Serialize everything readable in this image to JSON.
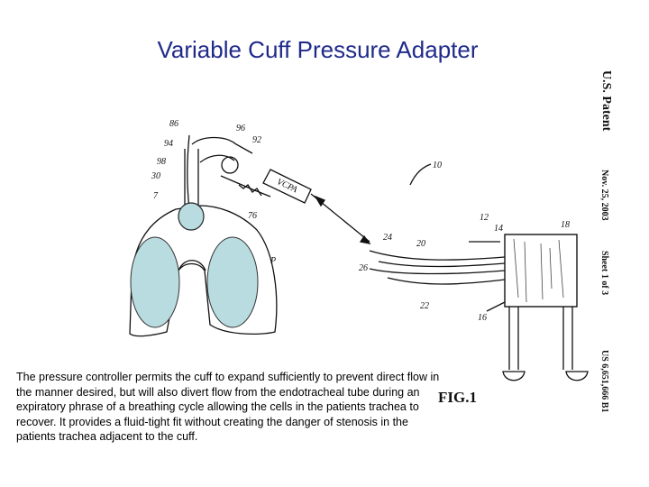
{
  "title": "Variable Cuff Pressure Adapter",
  "caption": "The pressure controller permits the cuff to expand sufficiently to prevent direct flow in the manner desired, but will also divert flow from the endotracheal tube during an expiratory phrase of a breathing cycle allowing the cells in the patients trachea to recover. It provides a fluid-tight fit without creating the danger of stenosis in the patients trachea adjacent to the cuff.",
  "patent_sidebar": {
    "office": "U.S. Patent",
    "date": "Nov. 25, 2003",
    "sheet": "Sheet 1 of 3",
    "number": "US 6,651,666 B1"
  },
  "figure": {
    "fig_label": "FIG.1",
    "device_label": "VCPA",
    "refs": {
      "r86": "86",
      "r96": "96",
      "r94": "94",
      "r92": "92",
      "r98": "98",
      "r30": "30",
      "r7": "7",
      "r76": "76",
      "r10": "10",
      "rP": "P",
      "r12": "12",
      "r14": "14",
      "r18": "18",
      "r24": "24",
      "r20": "20",
      "r26": "26",
      "r22": "22",
      "r16": "16"
    },
    "colors": {
      "lung": "#b9dce0",
      "title": "#1f2a8a"
    }
  }
}
